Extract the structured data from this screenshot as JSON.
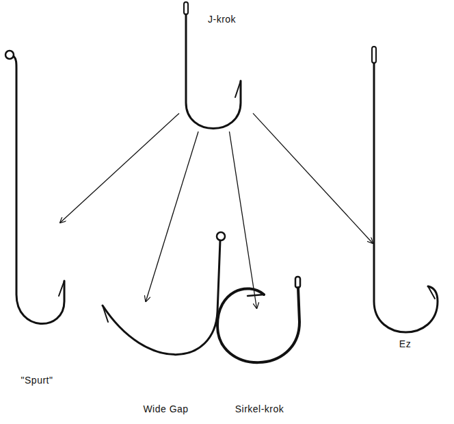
{
  "diagram": {
    "nodes": [
      {
        "text": [
          "J-krok"
        ]
      },
      {
        "text": [
          "\"Spurt\""
        ]
      },
      {
        "text": [
          "Wide Gap"
        ]
      },
      {
        "text": [
          "Sirkel-krok"
        ]
      },
      {
        "text": [
          "Ez"
        ]
      }
    ],
    "edges": [
      {
        "from": 0,
        "to": 1,
        "arrow": "to"
      },
      {
        "from": 0,
        "to": 2,
        "arrow": "to"
      },
      {
        "from": 0,
        "to": 3,
        "arrow": "to"
      },
      {
        "from": 0,
        "to": 4,
        "arrow": "to"
      }
    ]
  }
}
